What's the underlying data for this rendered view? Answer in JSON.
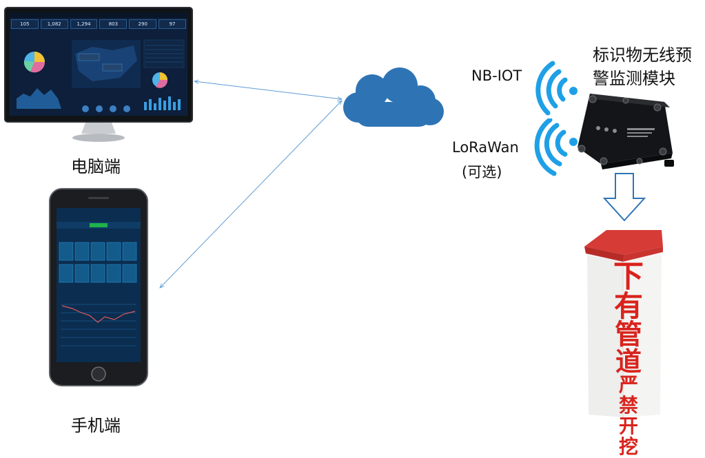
{
  "labels": {
    "pc": "电脑端",
    "phone": "手机端",
    "nbiot": "NB-IOT",
    "lorawan": "LoRaWan",
    "optional": "(可选)",
    "module_line1": "标识物无线预",
    "module_line2": "警监测模块"
  },
  "marker": {
    "chars": [
      "下",
      "有",
      "管",
      "道",
      "严",
      "禁",
      "开",
      "挖"
    ]
  },
  "dashboard": {
    "kpis": [
      "105",
      "1,082",
      "1,294",
      "803",
      "290",
      "97"
    ]
  },
  "colors": {
    "cloud": "#2e74b5",
    "wave": "#1fa0e6",
    "connector": "#5b9bd5",
    "marker_text": "#d9231d",
    "marker_cap": "#d63b36"
  },
  "icons": [
    "cloud-icon",
    "wireless-signal-icon",
    "down-arrow-icon"
  ]
}
